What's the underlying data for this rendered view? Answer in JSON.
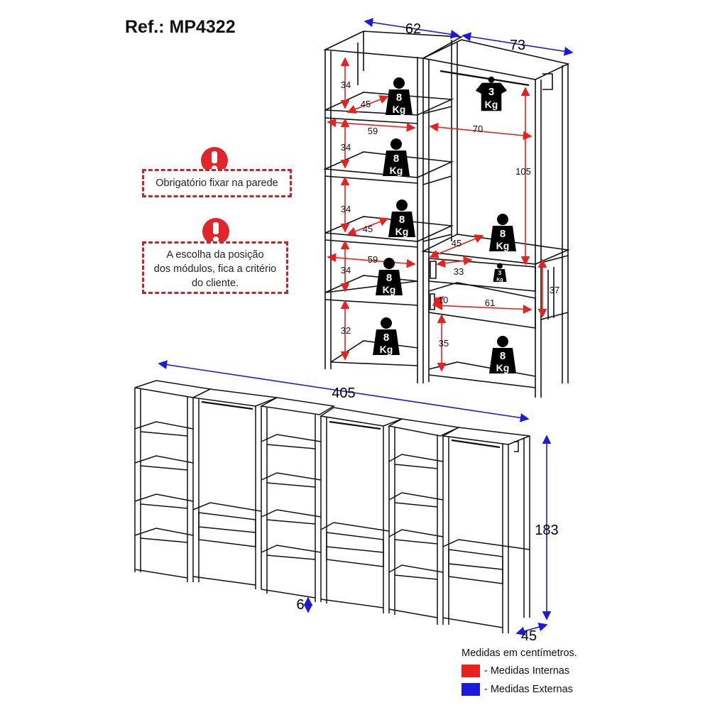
{
  "ref_label": "Ref.: MP4322",
  "warnings": [
    {
      "icon": "exclamation-icon",
      "text": "Obrigatório fixar na parede"
    },
    {
      "icon": "exclamation-icon",
      "lines": [
        "A escolha da posição",
        "dos módulos, fica a critério",
        "do cliente."
      ]
    }
  ],
  "top_dims": {
    "width_left": "62",
    "width_right": "73",
    "left_shelf_heights": [
      "34",
      "34",
      "34",
      "34",
      "32"
    ],
    "left_depths": [
      "45",
      "45"
    ],
    "left_widths": [
      "59",
      "59"
    ],
    "right_width": "70",
    "right_hang_height": "105",
    "right_depth": "45",
    "drawer_depth": "33",
    "drawer_front": "10",
    "drawer_width": "61",
    "drawer_block_height": "37",
    "bottom_niche_height": "35"
  },
  "weights": {
    "shelf": {
      "value": "8",
      "unit": "Kg"
    },
    "drawer": {
      "value": "3",
      "unit": "Kg"
    },
    "hanger": {
      "value": "3",
      "unit": "Kg"
    }
  },
  "bottom_dims": {
    "total_width": "405",
    "height": "183",
    "depth": "45",
    "foot": "6"
  },
  "legend": {
    "title": "Medidas em centímetros.",
    "items": [
      {
        "color": "#e8201e",
        "label": "- Medidas Internas"
      },
      {
        "color": "#1a1adf",
        "label": "- Medidas Externas"
      }
    ]
  }
}
